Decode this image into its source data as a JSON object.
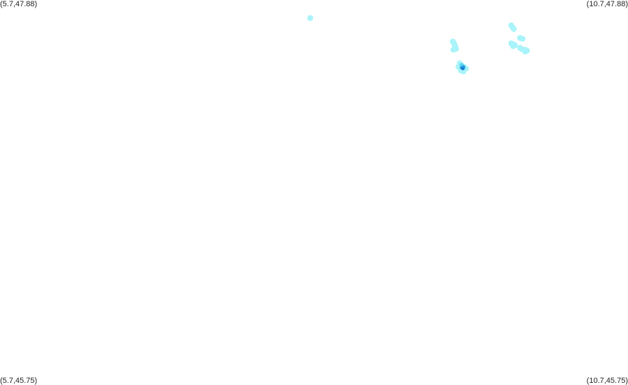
{
  "map": {
    "bounds": {
      "lon_min": 5.7,
      "lon_max": 10.7,
      "lat_min": 45.75,
      "lat_max": 47.88
    },
    "corner_labels": {
      "top_left": "(5.7,47.88)",
      "top_right": "(10.7,47.88)",
      "bottom_left": "(5.7,45.75)",
      "bottom_right": "(10.7,45.75)"
    },
    "colors": {
      "background": "#ffffff",
      "light": "#a8f4fa",
      "medium": "#5ed8f2",
      "dark": "#2a9fe0",
      "darkest": "#1878d0"
    },
    "blobs": [
      {
        "lon": 8.17,
        "lat": 47.78,
        "intensity": "light"
      },
      {
        "lon": 9.305,
        "lat": 47.65,
        "intensity": "light"
      },
      {
        "lon": 9.315,
        "lat": 47.64,
        "intensity": "light"
      },
      {
        "lon": 9.32,
        "lat": 47.63,
        "intensity": "light"
      },
      {
        "lon": 9.325,
        "lat": 47.62,
        "intensity": "light"
      },
      {
        "lon": 9.33,
        "lat": 47.61,
        "intensity": "light"
      },
      {
        "lon": 9.31,
        "lat": 47.605,
        "intensity": "light"
      },
      {
        "lon": 9.36,
        "lat": 47.53,
        "intensity": "light"
      },
      {
        "lon": 9.37,
        "lat": 47.52,
        "intensity": "light"
      },
      {
        "lon": 9.35,
        "lat": 47.51,
        "intensity": "light"
      },
      {
        "lon": 9.38,
        "lat": 47.5,
        "intensity": "light"
      },
      {
        "lon": 9.395,
        "lat": 47.51,
        "intensity": "light"
      },
      {
        "lon": 9.41,
        "lat": 47.5,
        "intensity": "light"
      },
      {
        "lon": 9.37,
        "lat": 47.49,
        "intensity": "light"
      },
      {
        "lon": 9.39,
        "lat": 47.485,
        "intensity": "light"
      },
      {
        "lon": 9.375,
        "lat": 47.52,
        "intensity": "medium"
      },
      {
        "lon": 9.38,
        "lat": 47.51,
        "intensity": "medium"
      },
      {
        "lon": 9.39,
        "lat": 47.505,
        "intensity": "medium"
      },
      {
        "lon": 9.375,
        "lat": 47.505,
        "intensity": "dark"
      },
      {
        "lon": 9.39,
        "lat": 47.51,
        "intensity": "dark"
      },
      {
        "lon": 9.385,
        "lat": 47.5,
        "intensity": "darkest"
      },
      {
        "lon": 9.77,
        "lat": 47.74,
        "intensity": "light"
      },
      {
        "lon": 9.78,
        "lat": 47.73,
        "intensity": "light"
      },
      {
        "lon": 9.79,
        "lat": 47.72,
        "intensity": "light"
      },
      {
        "lon": 9.84,
        "lat": 47.67,
        "intensity": "light"
      },
      {
        "lon": 9.86,
        "lat": 47.665,
        "intensity": "light"
      },
      {
        "lon": 9.77,
        "lat": 47.64,
        "intensity": "light"
      },
      {
        "lon": 9.785,
        "lat": 47.635,
        "intensity": "light"
      },
      {
        "lon": 9.8,
        "lat": 47.63,
        "intensity": "light"
      },
      {
        "lon": 9.785,
        "lat": 47.625,
        "intensity": "light"
      },
      {
        "lon": 9.84,
        "lat": 47.615,
        "intensity": "light"
      },
      {
        "lon": 9.85,
        "lat": 47.61,
        "intensity": "light"
      },
      {
        "lon": 9.88,
        "lat": 47.605,
        "intensity": "light"
      },
      {
        "lon": 9.895,
        "lat": 47.6,
        "intensity": "light"
      },
      {
        "lon": 9.88,
        "lat": 47.595,
        "intensity": "light"
      }
    ]
  }
}
